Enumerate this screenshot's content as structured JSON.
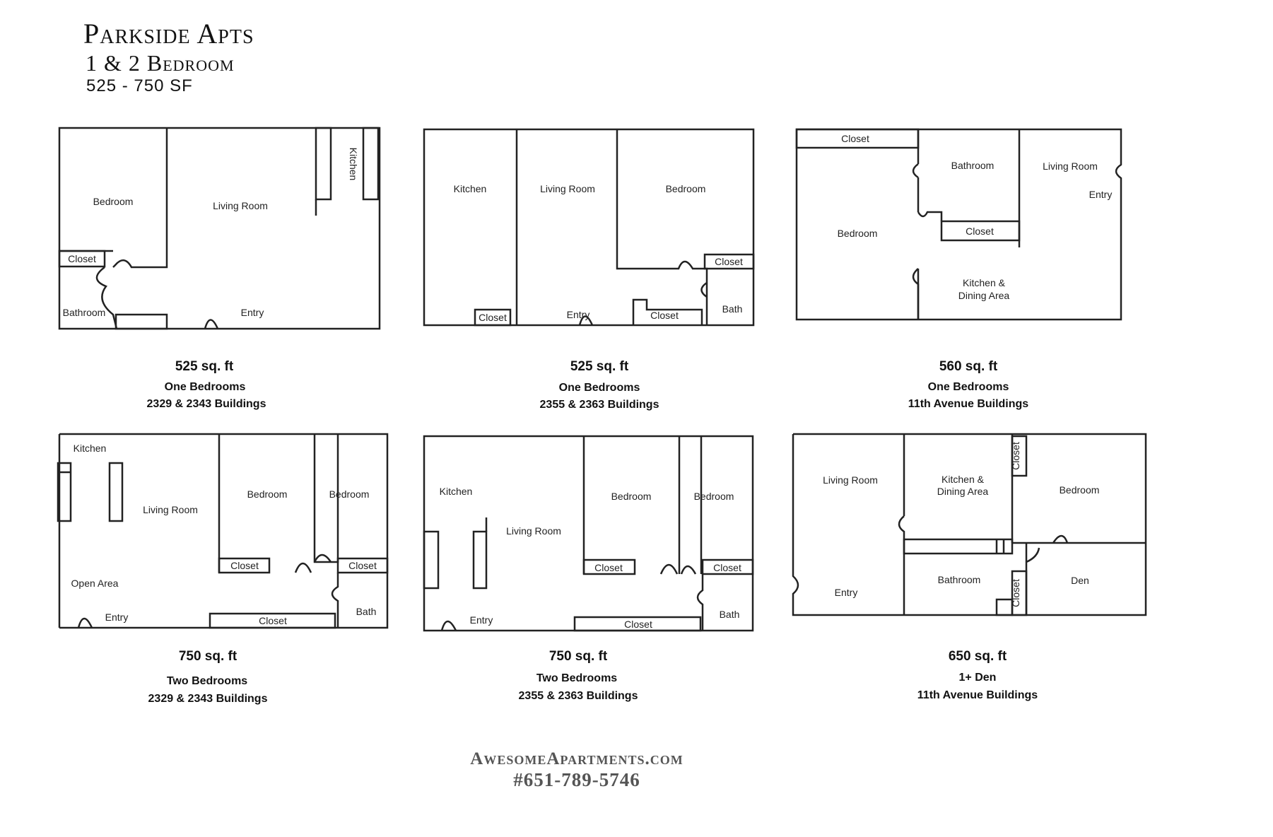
{
  "header": {
    "title": "Parkside Apts",
    "subtitle": "1 & 2 Bedroom",
    "size_range": "525 - 750 SF"
  },
  "plans": [
    {
      "size": "525 sq. ft",
      "type": "One Bedrooms",
      "buildings": "2329 & 2343 Buildings",
      "rooms": [
        "Bedroom",
        "Living Room",
        "Kitchen",
        "Closet",
        "Bathroom",
        "Entry"
      ]
    },
    {
      "size": "525 sq. ft",
      "type": "One Bedrooms",
      "buildings": "2355 & 2363 Buildings",
      "rooms": [
        "Kitchen",
        "Living Room",
        "Bedroom",
        "Closet",
        "Closet",
        "Closet",
        "Entry",
        "Bath"
      ]
    },
    {
      "size": "560 sq. ft",
      "type": "One Bedrooms",
      "buildings": "11th Avenue Buildings",
      "rooms": [
        "Closet",
        "Bathroom",
        "Living Room",
        "Entry",
        "Bedroom",
        "Closet",
        "Kitchen &",
        "Dining Area"
      ]
    },
    {
      "size": "750 sq. ft",
      "type": "Two Bedrooms",
      "buildings": "2329 & 2343 Buildings",
      "rooms": [
        "Kitchen",
        "Living Room",
        "Bedroom",
        "Bedroom",
        "Closet",
        "Closet",
        "Open Area",
        "Entry",
        "Closet",
        "Bath"
      ]
    },
    {
      "size": "750 sq. ft",
      "type": "Two Bedrooms",
      "buildings": "2355 & 2363 Buildings",
      "rooms": [
        "Kitchen",
        "Living Room",
        "Bedroom",
        "Bedroom",
        "Closet",
        "Closet",
        "Entry",
        "Closet",
        "Bath"
      ]
    },
    {
      "size": "650 sq. ft",
      "type": "1+ Den",
      "buildings": "11th Avenue Buildings",
      "rooms": [
        "Living Room",
        "Kitchen &",
        "Dining Area",
        "Bedroom",
        "Closet",
        "Bathroom",
        "Den",
        "Closet",
        "Entry"
      ]
    }
  ],
  "footer": {
    "website": "AwesomeApartments.com",
    "phone": "#651-789-5746"
  }
}
